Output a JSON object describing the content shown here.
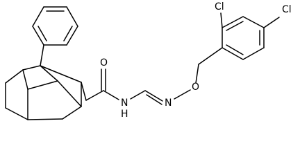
{
  "molecule": {
    "atoms": {
      "O_carbonyl": "O",
      "N_amide": "N",
      "H_amide": "H",
      "N_imine": "N",
      "O_ether": "O",
      "Cl_ortho": "Cl",
      "Cl_para": "Cl"
    },
    "colors": {
      "bond": "#000000",
      "label": "#000000",
      "background": "#ffffff"
    }
  }
}
